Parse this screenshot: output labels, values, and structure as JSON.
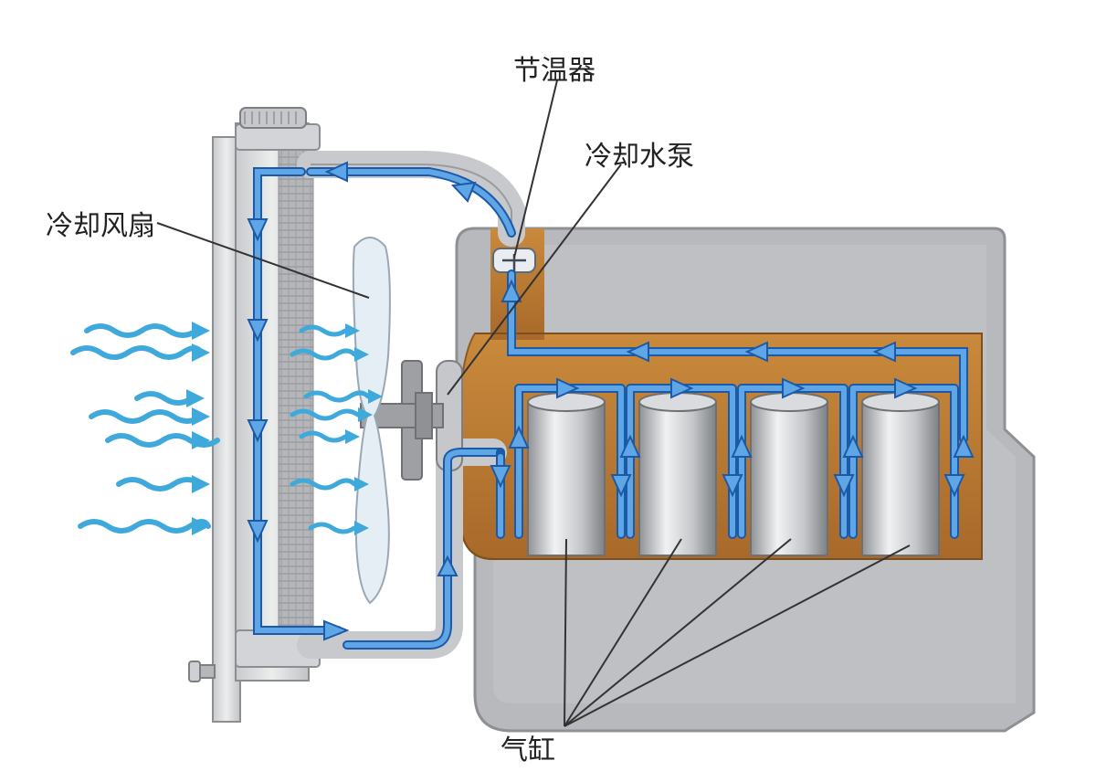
{
  "labels": {
    "thermostat": "节温器",
    "water_pump": "冷却水泵",
    "cooling_fan": "冷却风扇",
    "cylinder": "气缸"
  },
  "colors": {
    "flow_arrow": "#5ea6e6",
    "flow_arrow_outline": "#1c5aa8",
    "coolant_jacket": "#b87a2e",
    "engine_block": "#b7b9bd",
    "engine_block_outline": "#8e9095",
    "radiator": "#d9dadc",
    "pipe": "#c8c9cc",
    "air_flow": "#3fa9dc",
    "fan_blade": "#e6eef5",
    "leader_line": "#333333"
  },
  "icons": {
    "thermostat": "thermostat-icon",
    "pump": "pump-icon"
  }
}
